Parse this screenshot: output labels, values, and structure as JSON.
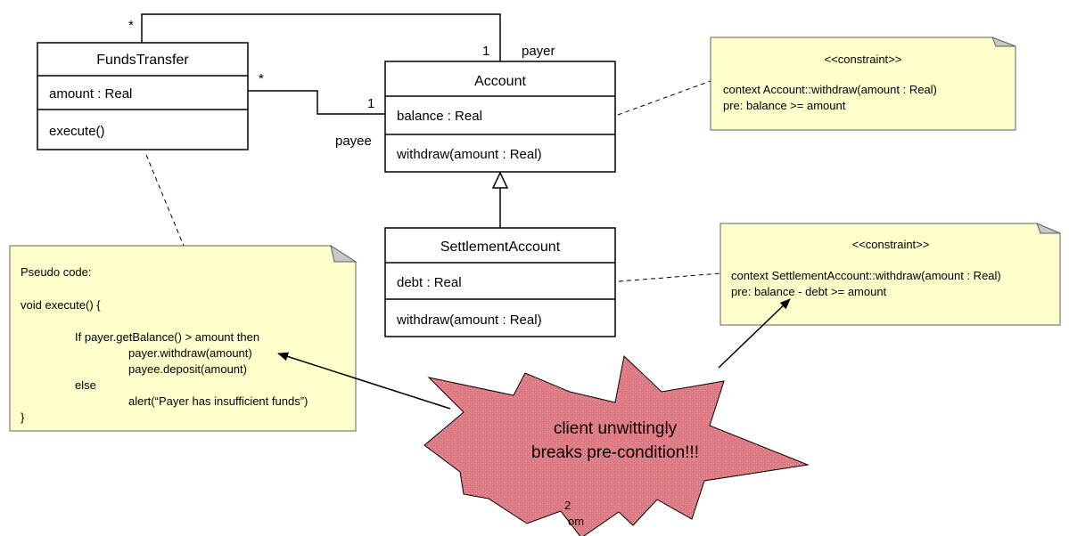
{
  "classes": {
    "funds_transfer": {
      "name": "FundsTransfer",
      "attribute": "amount : Real",
      "operation": "execute()"
    },
    "account": {
      "name": "Account",
      "attribute": "balance : Real",
      "operation": "withdraw(amount : Real)"
    },
    "settlement_account": {
      "name": "SettlementAccount",
      "attribute": "debt : Real",
      "operation": "withdraw(amount : Real)"
    }
  },
  "associations": {
    "payer": {
      "role": "payer",
      "source_multiplicity": "*",
      "target_multiplicity": "1"
    },
    "payee": {
      "role": "payee",
      "source_multiplicity": "*",
      "target_multiplicity": "1"
    }
  },
  "notes": {
    "account_constraint": {
      "stereotype": "<<constraint>>",
      "lines": [
        "context Account::withdraw(amount : Real)",
        "pre: balance >= amount"
      ]
    },
    "settlement_constraint": {
      "stereotype": "<<constraint>>",
      "lines": [
        "context SettlementAccount::withdraw(amount : Real)",
        "pre: balance - debt >= amount"
      ]
    },
    "pseudo_code": {
      "lines": [
        "Pseudo code:",
        "",
        "void execute() {",
        "",
        "If payer.getBalance() > amount then",
        "payer.withdraw(amount)",
        "payee.deposit(amount)",
        "else",
        "alert(“Payer has insufficient funds”)",
        "}"
      ]
    }
  },
  "callout": {
    "lines": [
      "client unwittingly",
      "breaks pre-condition!!!"
    ],
    "fill_color": "#e8707a",
    "watermark_fragments": [
      "2",
      "om"
    ]
  },
  "colors": {
    "note_fill": "#ffffcc",
    "note_stroke": "#606060",
    "burst_fill": "#e8707a"
  }
}
